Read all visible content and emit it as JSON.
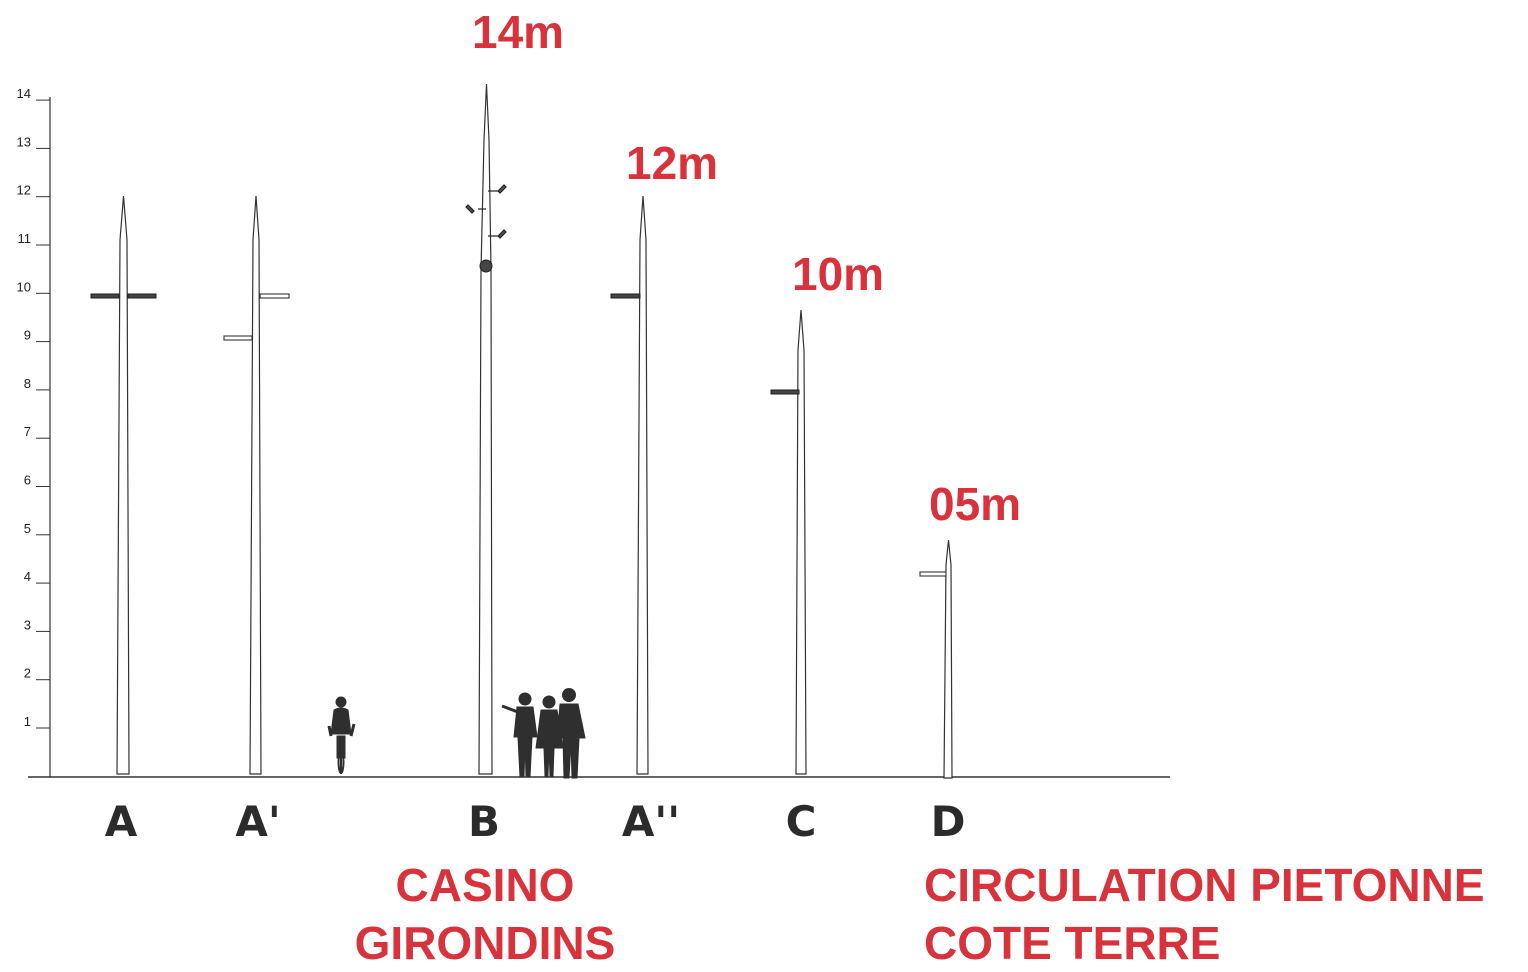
{
  "axis": {
    "ticks": [
      "1",
      "2",
      "3",
      "4",
      "5",
      "6",
      "7",
      "8",
      "9",
      "10",
      "11",
      "12",
      "13",
      "14"
    ]
  },
  "poles": [
    {
      "letter": "A",
      "height_m": 12,
      "height_label": "",
      "lights": "double-arm at 10 m"
    },
    {
      "letter": "A'",
      "height_m": 12,
      "height_label": "",
      "lights": "arms at 9 m and 10 m"
    },
    {
      "letter": "B",
      "height_m": 14,
      "height_label": "14m",
      "lights": "multiple spot heads"
    },
    {
      "letter": "A''",
      "height_m": 12,
      "height_label": "12m",
      "lights": "single arm at 10 m"
    },
    {
      "letter": "C",
      "height_m": 10,
      "height_label": "10m",
      "lights": "single arm at 8 m"
    },
    {
      "letter": "D",
      "height_m": 5,
      "height_label": "05m",
      "lights": "single arm at 4.2 m"
    }
  ],
  "captions": {
    "casino": [
      "CASINO",
      "GIRONDINS"
    ],
    "pedestrian": [
      "CIRCULATION PIETONNE",
      "COTE TERRE"
    ]
  },
  "colors": {
    "accent_red": "#d8323c",
    "ink": "#2b2b2b"
  }
}
